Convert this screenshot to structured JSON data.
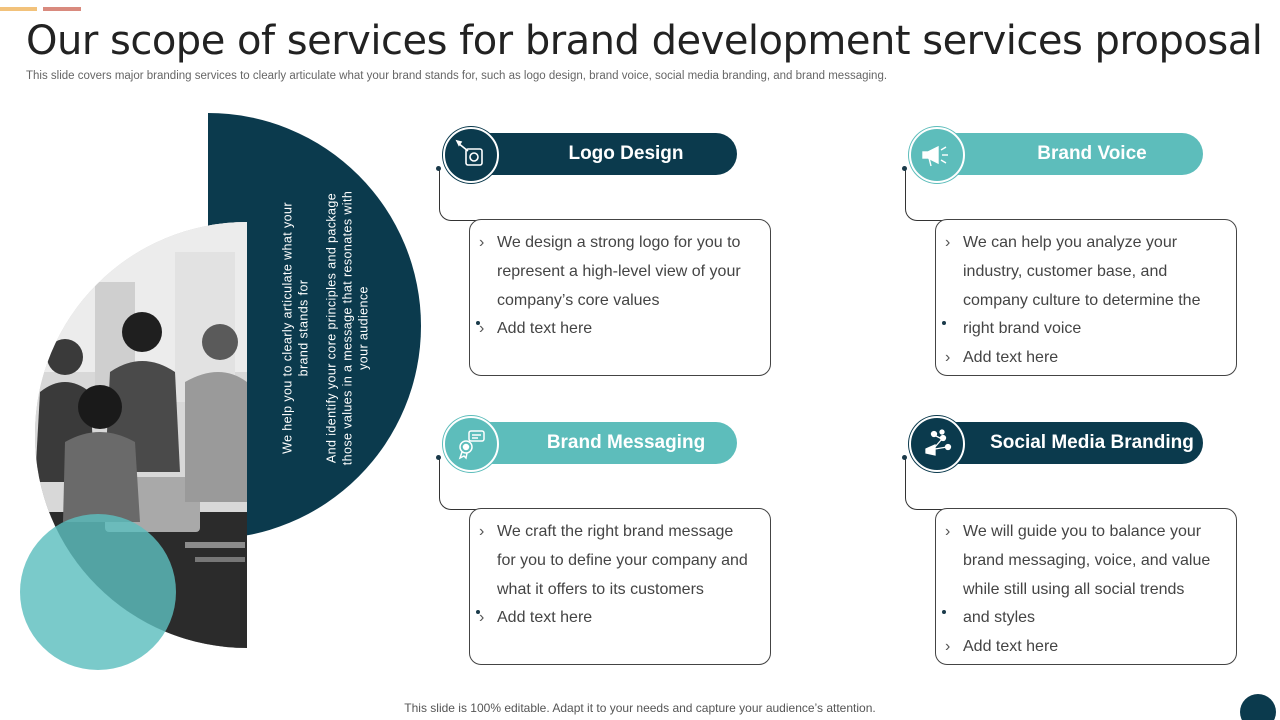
{
  "slide": {
    "title": "Our scope of services for brand development services proposal",
    "subtitle": "This slide covers major branding services to clearly articulate what your brand stands for, such as logo design, brand voice, social media branding, and brand messaging.",
    "footer": "This slide is 100% editable. Adapt it to your needs and capture your audience’s attention."
  },
  "intro": {
    "line1": "We help you to clearly articulate what your brand stands for",
    "line2": "And identify your core principles and package those values in a message that resonates with your audience"
  },
  "colors": {
    "dark": "#0b3a4d",
    "light": "#5dbdbb"
  },
  "cards": [
    {
      "title": "Logo Design",
      "icon": "logo-design-icon",
      "theme": "dark",
      "bullets": [
        "We design a strong logo for you to represent a high-level view of your company’s core values",
        "Add text here"
      ]
    },
    {
      "title": "Brand Voice",
      "icon": "megaphone-icon",
      "theme": "light",
      "bullets": [
        "We can help you analyze your industry,  customer base, and company culture to determine the right brand voice",
        "Add text here"
      ]
    },
    {
      "title": "Brand Messaging",
      "icon": "award-message-icon",
      "theme": "light",
      "bullets": [
        "We craft the right brand message for you to define your company and what it offers to its customers",
        "Add text here"
      ]
    },
    {
      "title": "Social Media Branding",
      "icon": "social-network-icon",
      "theme": "dark",
      "bullets": [
        "We will guide you to balance your brand messaging, voice, and value while still using all social trends and styles",
        "Add text here"
      ]
    }
  ]
}
